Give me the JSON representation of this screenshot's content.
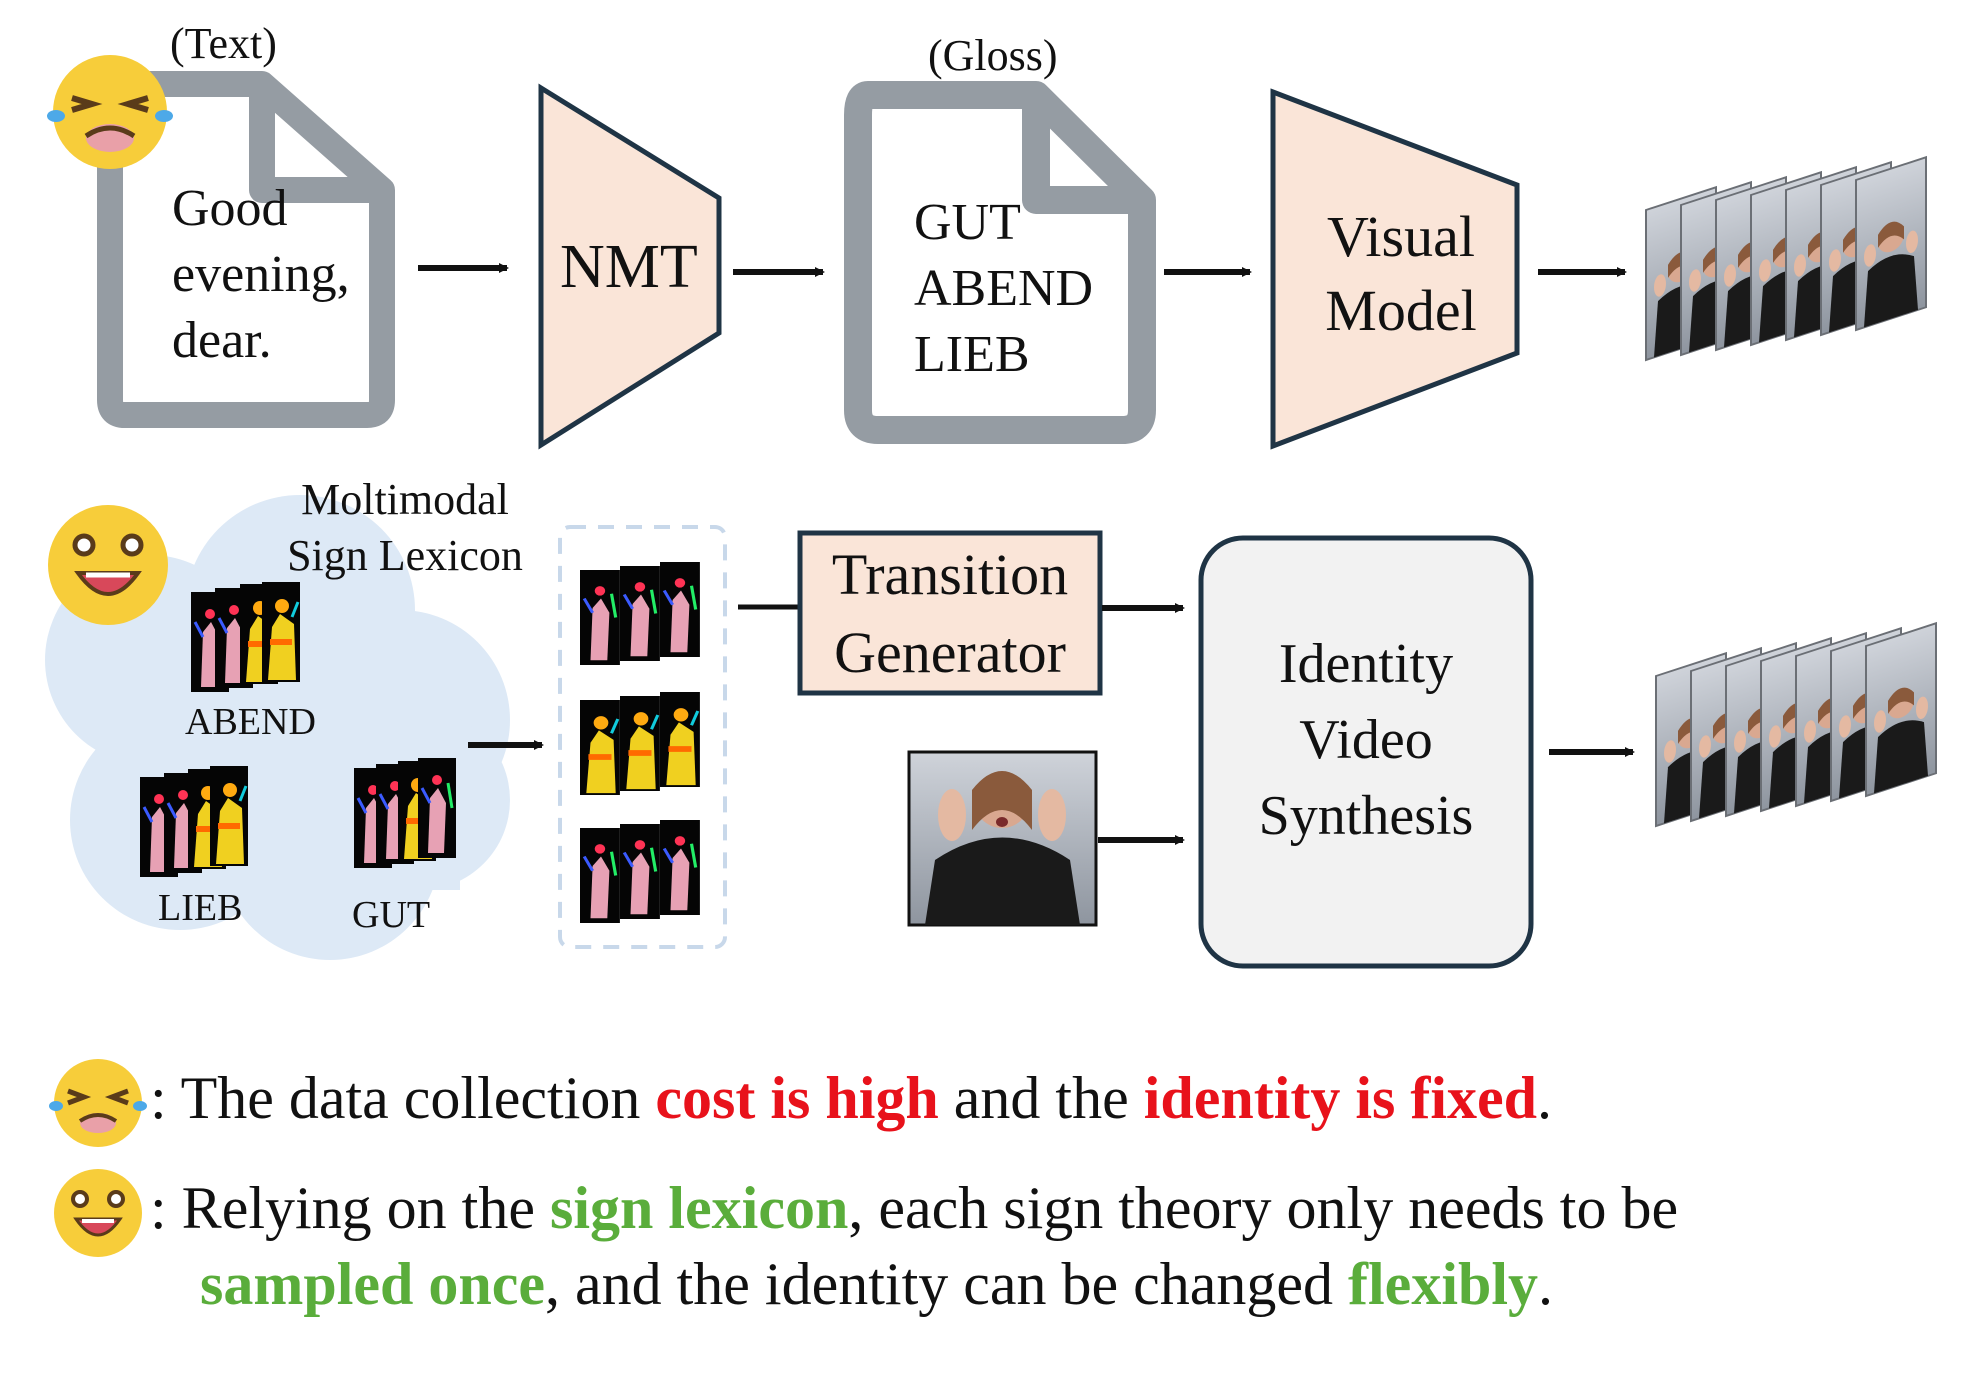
{
  "top_pipeline": {
    "text_tag": "(Text)",
    "text_lines": [
      "Good",
      "evening,",
      "dear."
    ],
    "nmt_label": "NMT",
    "gloss_tag": "(Gloss)",
    "gloss_lines": [
      "GUT",
      "ABEND",
      "LIEB"
    ],
    "visual_model_lines": [
      "Visual",
      "Model"
    ]
  },
  "bottom_pipeline": {
    "lexicon_title_lines": [
      "Moltimodal",
      "Sign Lexicon"
    ],
    "lexicon_entries": [
      "ABEND",
      "LIEB",
      "GUT"
    ],
    "transition_lines": [
      "Transition",
      "Generator"
    ],
    "synthesis_lines": [
      "Identity",
      "Video",
      "Synthesis"
    ]
  },
  "legend": {
    "sad_parts": [
      {
        "text": ": The data collection ",
        "style": "normal"
      },
      {
        "text": "cost is high",
        "style": "red"
      },
      {
        "text": " and the ",
        "style": "normal"
      },
      {
        "text": "identity is fixed",
        "style": "red"
      },
      {
        "text": ".",
        "style": "normal"
      }
    ],
    "happy_line1_parts": [
      {
        "text": ": Relying on the ",
        "style": "normal"
      },
      {
        "text": "sign lexicon",
        "style": "green"
      },
      {
        "text": ", each sign theory only needs to be",
        "style": "normal"
      }
    ],
    "happy_line2_parts": [
      {
        "text": "sampled once",
        "style": "green"
      },
      {
        "text": ", and the identity can be changed ",
        "style": "normal"
      },
      {
        "text": "flexibly",
        "style": "green"
      },
      {
        "text": ".",
        "style": "normal"
      }
    ]
  },
  "colors": {
    "block_fill": "#fae5d8",
    "block_stroke": "#1f3445",
    "doc_stroke": "#959ca3",
    "cloud_fill": "#dde9f6",
    "synthesis_fill": "#f2f2f2",
    "emphasis_red": "#e8121b",
    "emphasis_green": "#5aad3b"
  },
  "icons": [
    "crying-emoji-icon",
    "smiling-emoji-icon",
    "document-icon",
    "arrow-icon",
    "video-frames-icon",
    "signer-photo-icon"
  ]
}
